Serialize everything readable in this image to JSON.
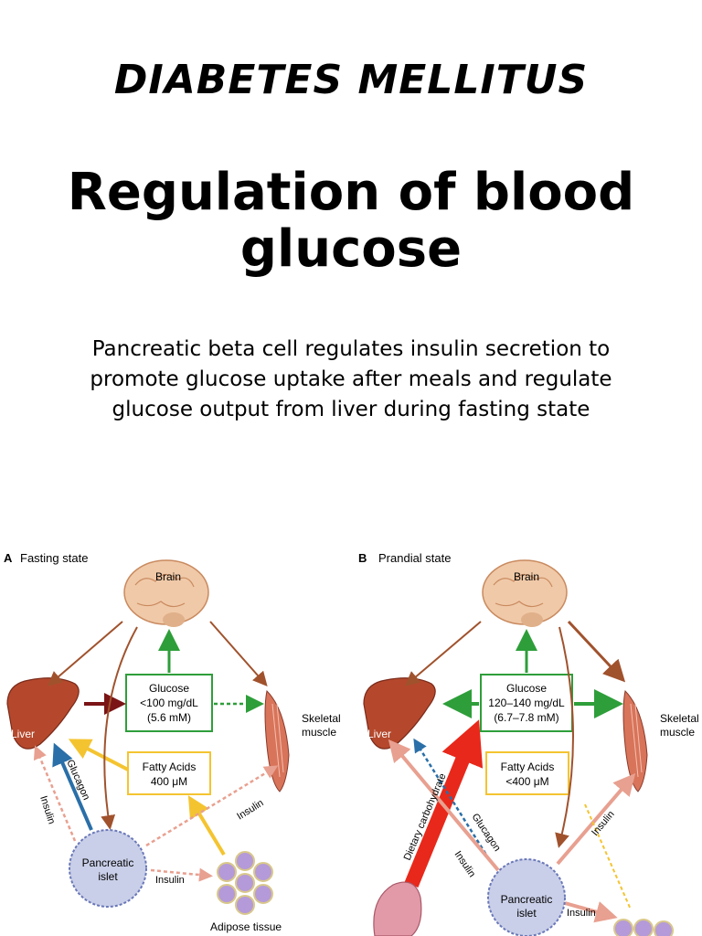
{
  "title": "DIABETES MELLITUS",
  "subtitle": "Regulation of blood glucose",
  "description": "Pancreatic beta cell regulates insulin secretion to promote glucose uptake after meals and regulate glucose output from liver during fasting state",
  "panel_a": {
    "letter": "A",
    "caption": "Fasting state",
    "brain": "Brain",
    "liver": "Liver",
    "muscle_line1": "Skeletal",
    "muscle_line2": "muscle",
    "glucose_line1": "Glucose",
    "glucose_line2": "<100 mg/dL",
    "glucose_line3": "(5.6 mM)",
    "fatty_line1": "Fatty Acids",
    "fatty_line2": "400 μM",
    "islet_line1": "Pancreatic",
    "islet_line2": "islet",
    "adipose": "Adipose tissue",
    "label_insulin_liver": "Insulin",
    "label_glucagon": "Glucagon",
    "label_insulin_muscle": "Insulin",
    "label_insulin_adipose": "Insulin"
  },
  "panel_b": {
    "letter": "B",
    "caption": "Prandial state",
    "brain": "Brain",
    "liver": "Liver",
    "muscle_line1": "Skeletal",
    "muscle_line2": "muscle",
    "glucose_line1": "Glucose",
    "glucose_line2": "120–140 mg/dL",
    "glucose_line3": "(6.7–7.8 mM)",
    "fatty_line1": "Fatty Acids",
    "fatty_line2": "<400 μM",
    "islet_line1": "Pancreatic",
    "islet_line2": "islet",
    "label_dietary": "Dietary carbohydrate",
    "label_glucagon": "Glucagon",
    "label_insulin_liver": "Insulin",
    "label_insulin_muscle": "Insulin",
    "label_insulin_adipose": "Insulin"
  },
  "colors": {
    "glucose_box": "#2e9e3a",
    "fatty_box": "#f4c430",
    "liver": "#b5482c",
    "brain": "#f0c9a8",
    "arrow_brown": "#a0522d",
    "arrow_maroon": "#7a1416",
    "arrow_blue": "#2a6fa8",
    "arrow_insulin": "#e8a090",
    "arrow_dietary": "#e8281a",
    "islet": "#c9cfe8",
    "adipose": "#b49ad8"
  }
}
